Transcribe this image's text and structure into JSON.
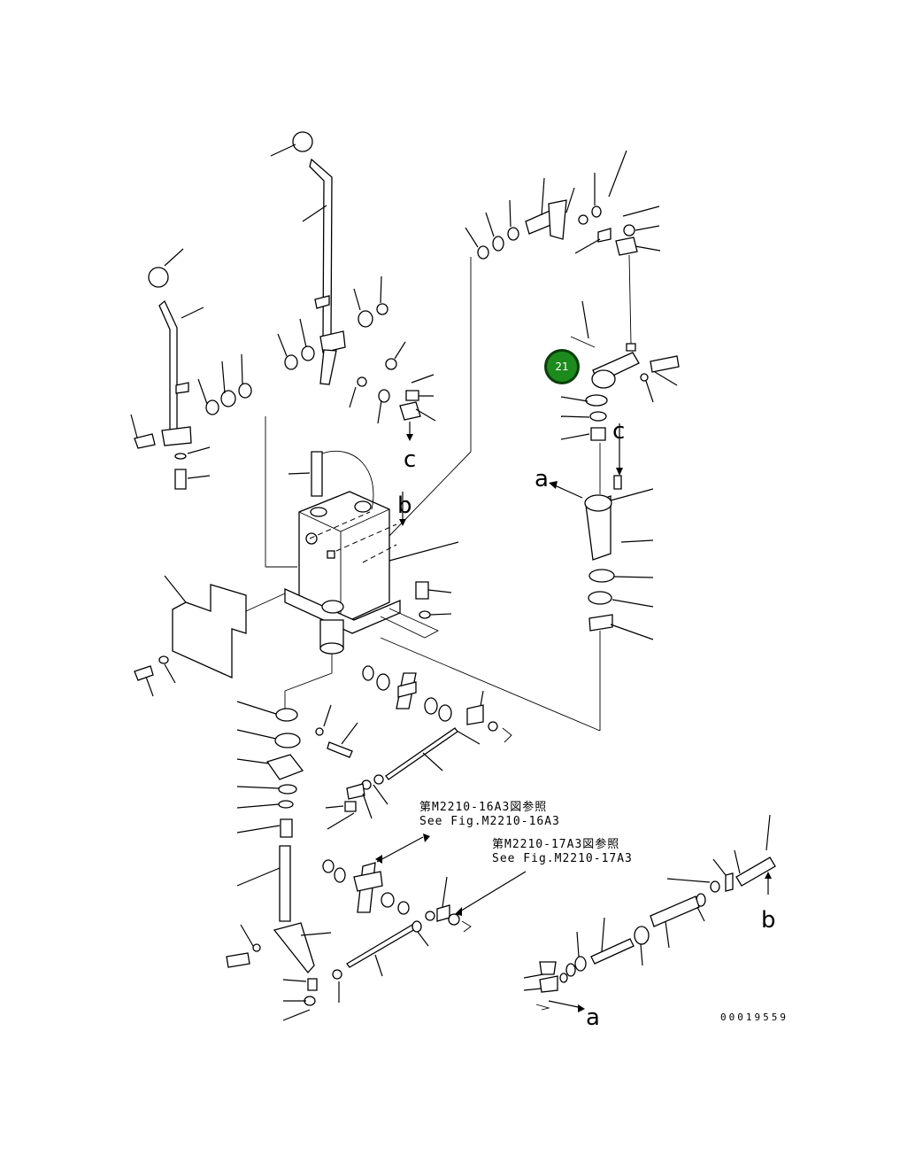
{
  "callout": {
    "number": "21",
    "color": "#1d8a1d"
  },
  "references": {
    "fig1_jp": "第M2210-16A3図参照",
    "fig1_en": "See Fig.M2210-16A3",
    "fig2_jp": "第M2210-17A3図参照",
    "fig2_en": "See Fig.M2210-17A3"
  },
  "arrows": {
    "a": "a",
    "b": "b",
    "c": "c"
  },
  "document_number": "00019559"
}
